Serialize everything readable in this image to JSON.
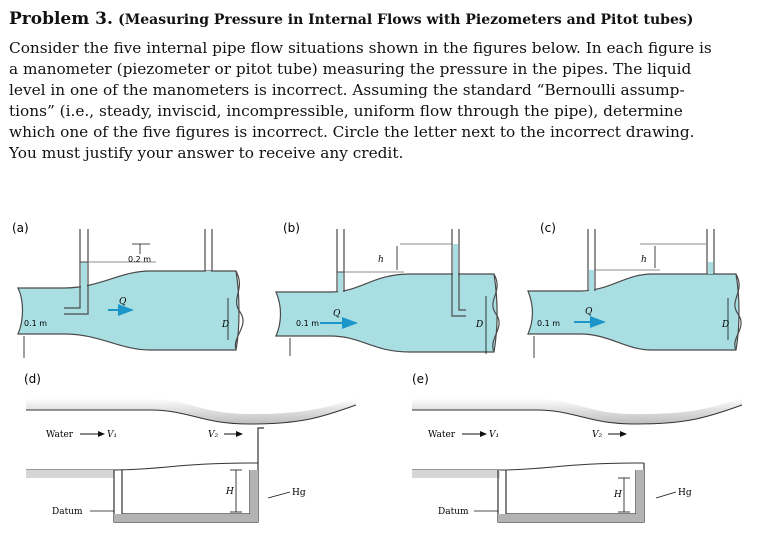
{
  "problem": {
    "number": "Problem 3.",
    "subtitle": "(Measuring Pressure in Internal Flows with Piezometers and Pitot tubes)",
    "lines": [
      "Consider the five internal pipe flow situations shown in the figures below. In each figure is",
      "a manometer (piezometer or pitot tube) measuring the pressure in the pipes. The liquid",
      "level in one of the manometers is incorrect. Assuming the standard “Bernoulli assump-",
      "tions” (i.e., steady, inviscid, incompressible, uniform flow through the pipe), determine",
      "which one of the five figures is incorrect. Circle the letter next to the incorrect drawing.",
      "You must justify your answer to receive any credit."
    ]
  },
  "figures": {
    "a": {
      "label": "(a)",
      "dim": "0.2 m",
      "dia": "0.1 m",
      "flow": "Q",
      "big_d": "D"
    },
    "b": {
      "label": "(b)",
      "dim": "h",
      "dia": "0.1 m",
      "flow": "Q",
      "big_d": "D"
    },
    "c": {
      "label": "(c)",
      "dim": "h",
      "dia": "0.1 m",
      "flow": "Q",
      "big_d": "D"
    },
    "d": {
      "label": "(d)",
      "water": "Water",
      "v1": "V₁",
      "v2": "V₂",
      "h": "H",
      "hg": "Hg",
      "datum": "Datum"
    },
    "e": {
      "label": "(e)",
      "water": "Water",
      "v1": "V₁",
      "v2": "V₂",
      "h": "H",
      "hg": "Hg",
      "datum": "Datum"
    }
  },
  "colors": {
    "pipe_fill": "#a9dfe3",
    "pipe_stroke": "#4a4a4a",
    "flow_arrow": "#1c95c9"
  }
}
